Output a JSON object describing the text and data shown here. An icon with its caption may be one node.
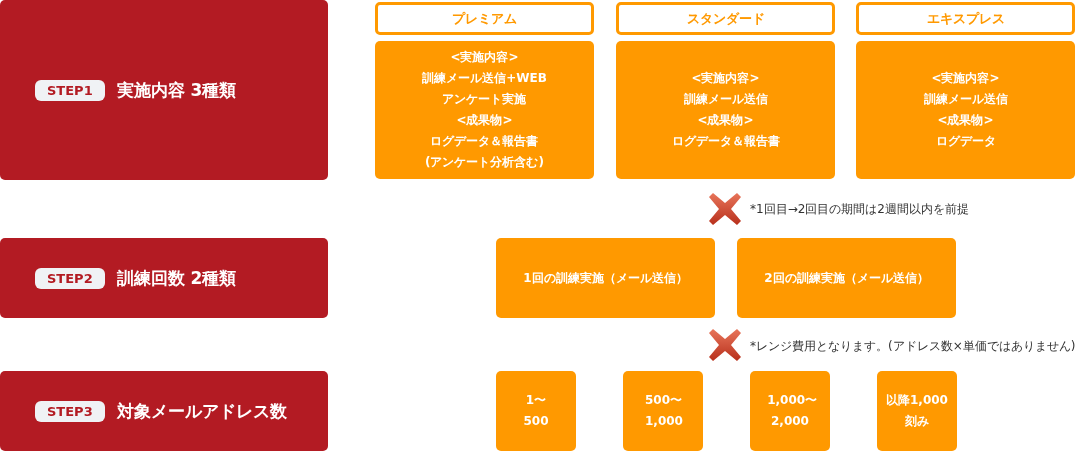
{
  "diagram": {
    "nodes": [
      {
        "text": [
          "STEP1",
          "実施内容 3種類"
        ]
      },
      {
        "text": [
          "プレミアム"
        ]
      },
      {
        "text": [
          "スタンダード"
        ]
      },
      {
        "text": [
          "エキスプレス"
        ]
      },
      {
        "text": [
          "<実施内容>",
          "訓練メール送信+WEBアンケート実施",
          "<成果物>",
          "ログデータ＆報告書(アンケート分析含む)"
        ]
      },
      {
        "text": [
          "<実施内容>",
          "訓練メール送信",
          "<成果物>",
          "ログデータ＆報告書"
        ]
      },
      {
        "text": [
          "<実施内容>",
          "訓練メール送信",
          "<成果物>",
          "ログデータ"
        ]
      },
      {
        "text": [
          "STEP2",
          "訓練回数 2種類"
        ]
      },
      {
        "text": [
          "1回の訓練実施（メール送信）"
        ]
      },
      {
        "text": [
          "2回の訓練実施（メール送信）"
        ]
      },
      {
        "text": [
          "STEP3",
          "対象メールアドレス数"
        ]
      },
      {
        "text": [
          "1〜500"
        ]
      },
      {
        "text": [
          "500〜1,000"
        ]
      },
      {
        "text": [
          "1,000〜2,000"
        ]
      },
      {
        "text": [
          "以降1,000刻み"
        ]
      }
    ],
    "edges": [],
    "labels": [
      "*1回目→2回目の期間は2週間以内を前提",
      "*レンジ費用となります。(アドレス数×単価ではありません)"
    ]
  }
}
